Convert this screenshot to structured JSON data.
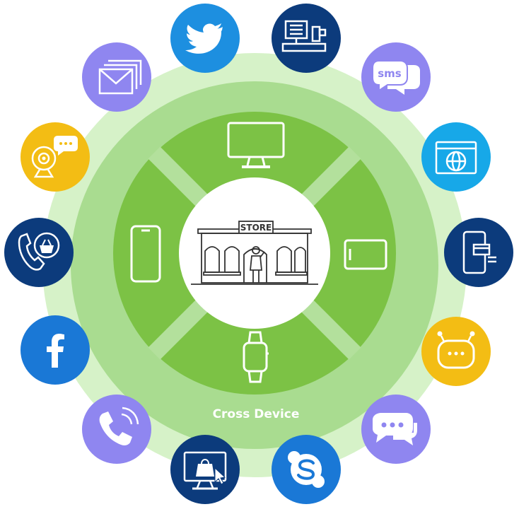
{
  "title": "",
  "ring_label": "Cross Device",
  "store_sign": "STORE",
  "sms_label": "sms",
  "colors": {
    "outer_ring": "#d6f2c8",
    "middle_ring": "#a9dc90",
    "quadrant": "#7cc245",
    "center": "#ffffff",
    "twitter": "#1d8fe0",
    "navy": "#0c3b7c",
    "purple": "#8f86f0",
    "cyan": "#17a8e8",
    "yellow": "#f3bd14",
    "blue": "#1a78d6"
  },
  "devices": [
    {
      "name": "desktop-monitor-icon",
      "position": "top"
    },
    {
      "name": "tablet-icon",
      "position": "right"
    },
    {
      "name": "smartwatch-icon",
      "position": "bottom"
    },
    {
      "name": "smartphone-icon",
      "position": "left"
    }
  ],
  "channels": [
    {
      "name": "twitter-icon",
      "color": "twitter"
    },
    {
      "name": "pos-terminal-icon",
      "color": "navy"
    },
    {
      "name": "sms-icon",
      "color": "purple"
    },
    {
      "name": "web-browser-icon",
      "color": "cyan"
    },
    {
      "name": "mobile-payment-icon",
      "color": "navy"
    },
    {
      "name": "chatbot-icon",
      "color": "yellow"
    },
    {
      "name": "chat-bubble-icon",
      "color": "purple"
    },
    {
      "name": "skype-icon",
      "color": "blue"
    },
    {
      "name": "online-shopping-icon",
      "color": "navy"
    },
    {
      "name": "phone-call-icon",
      "color": "purple"
    },
    {
      "name": "facebook-icon",
      "color": "blue"
    },
    {
      "name": "call-center-shopping-icon",
      "color": "navy"
    },
    {
      "name": "webcam-chat-icon",
      "color": "yellow"
    },
    {
      "name": "email-icon",
      "color": "purple"
    }
  ]
}
